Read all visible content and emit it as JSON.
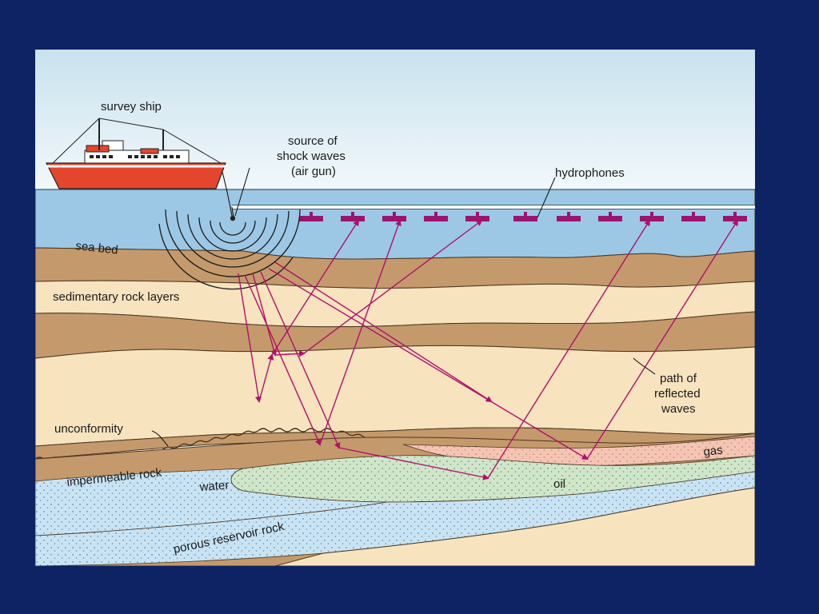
{
  "background_color": "#0d2363",
  "colors": {
    "sky_top": "#c9e2ee",
    "sky_bottom": "#f2f8fb",
    "sea": "#9cc8e6",
    "rock_dark": "#c49a6c",
    "rock_light": "#f7e3be",
    "outline": "#4a3520",
    "ray": "#b0106a",
    "hydrophone": "#9a1470",
    "ship_hull": "#e3462c",
    "oil": "#cfe6c9",
    "gas": "#f6c4b2",
    "water": "#c8e4f4"
  },
  "labels": {
    "survey_ship": "survey ship",
    "source_line1": "source of",
    "source_line2": "shock waves",
    "source_line3": "(air gun)",
    "hydrophones": "hydrophones",
    "sea_bed": "sea bed",
    "sedimentary": "sedimentary rock layers",
    "path_line1": "path of",
    "path_line2": "reflected",
    "path_line3": "waves",
    "unconformity": "unconformity",
    "impermeable": "impermeable rock",
    "water": "water",
    "gas": "gas",
    "oil": "oil",
    "porous": "porous reservoir rock"
  }
}
